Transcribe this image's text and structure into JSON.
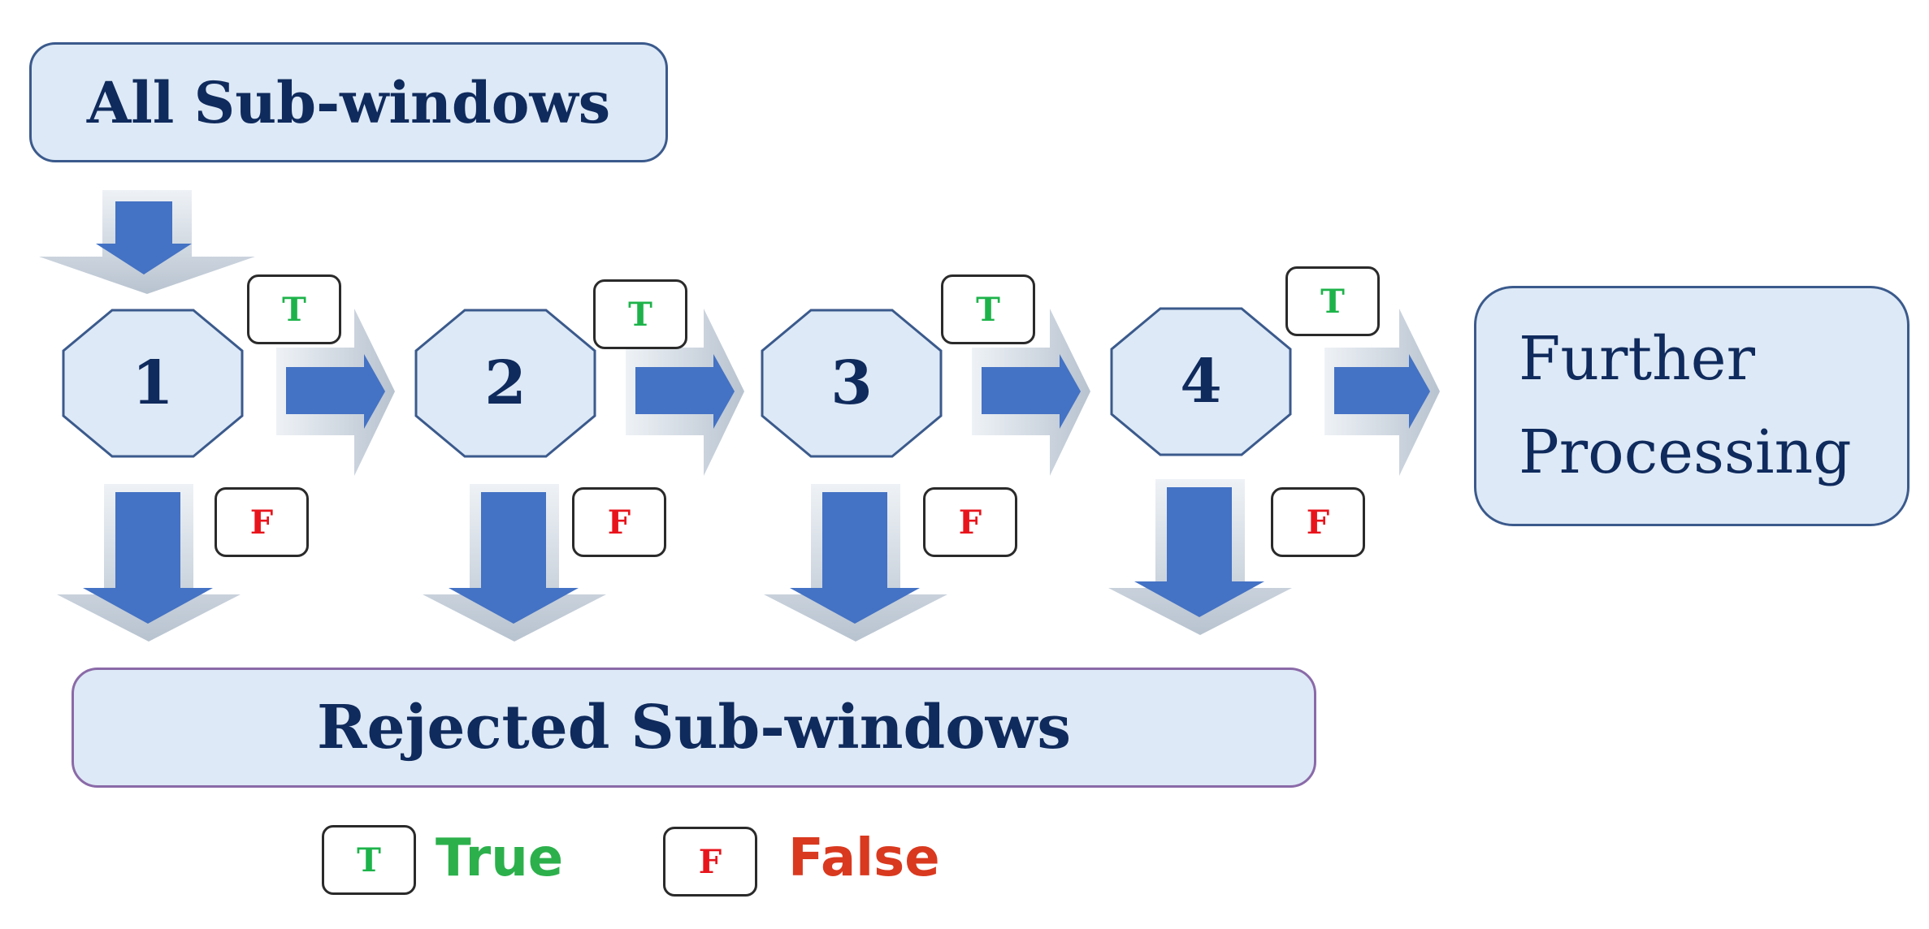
{
  "title_box": {
    "label": "All Sub-windows"
  },
  "stages": [
    {
      "label": "1",
      "true_tag": "T",
      "false_tag": "F"
    },
    {
      "label": "2",
      "true_tag": "T",
      "false_tag": "F"
    },
    {
      "label": "3",
      "true_tag": "T",
      "false_tag": "F"
    },
    {
      "label": "4",
      "true_tag": "T",
      "false_tag": "F"
    }
  ],
  "further_processing": {
    "line1": "Further",
    "line2": "Processing"
  },
  "rejected_box": {
    "label": "Rejected Sub-windows"
  },
  "legend": {
    "true_tag": "T",
    "true_label": "True",
    "false_tag": "F",
    "false_label": "False"
  },
  "colors": {
    "box_fill": "#dde9f6",
    "box_border": "#3b5a8c",
    "arrow": "#4472c4",
    "arrow_shadow": "#c9d3df",
    "true": "#1db34a",
    "false": "#e8141c",
    "text_dark": "#0f2a5c"
  }
}
